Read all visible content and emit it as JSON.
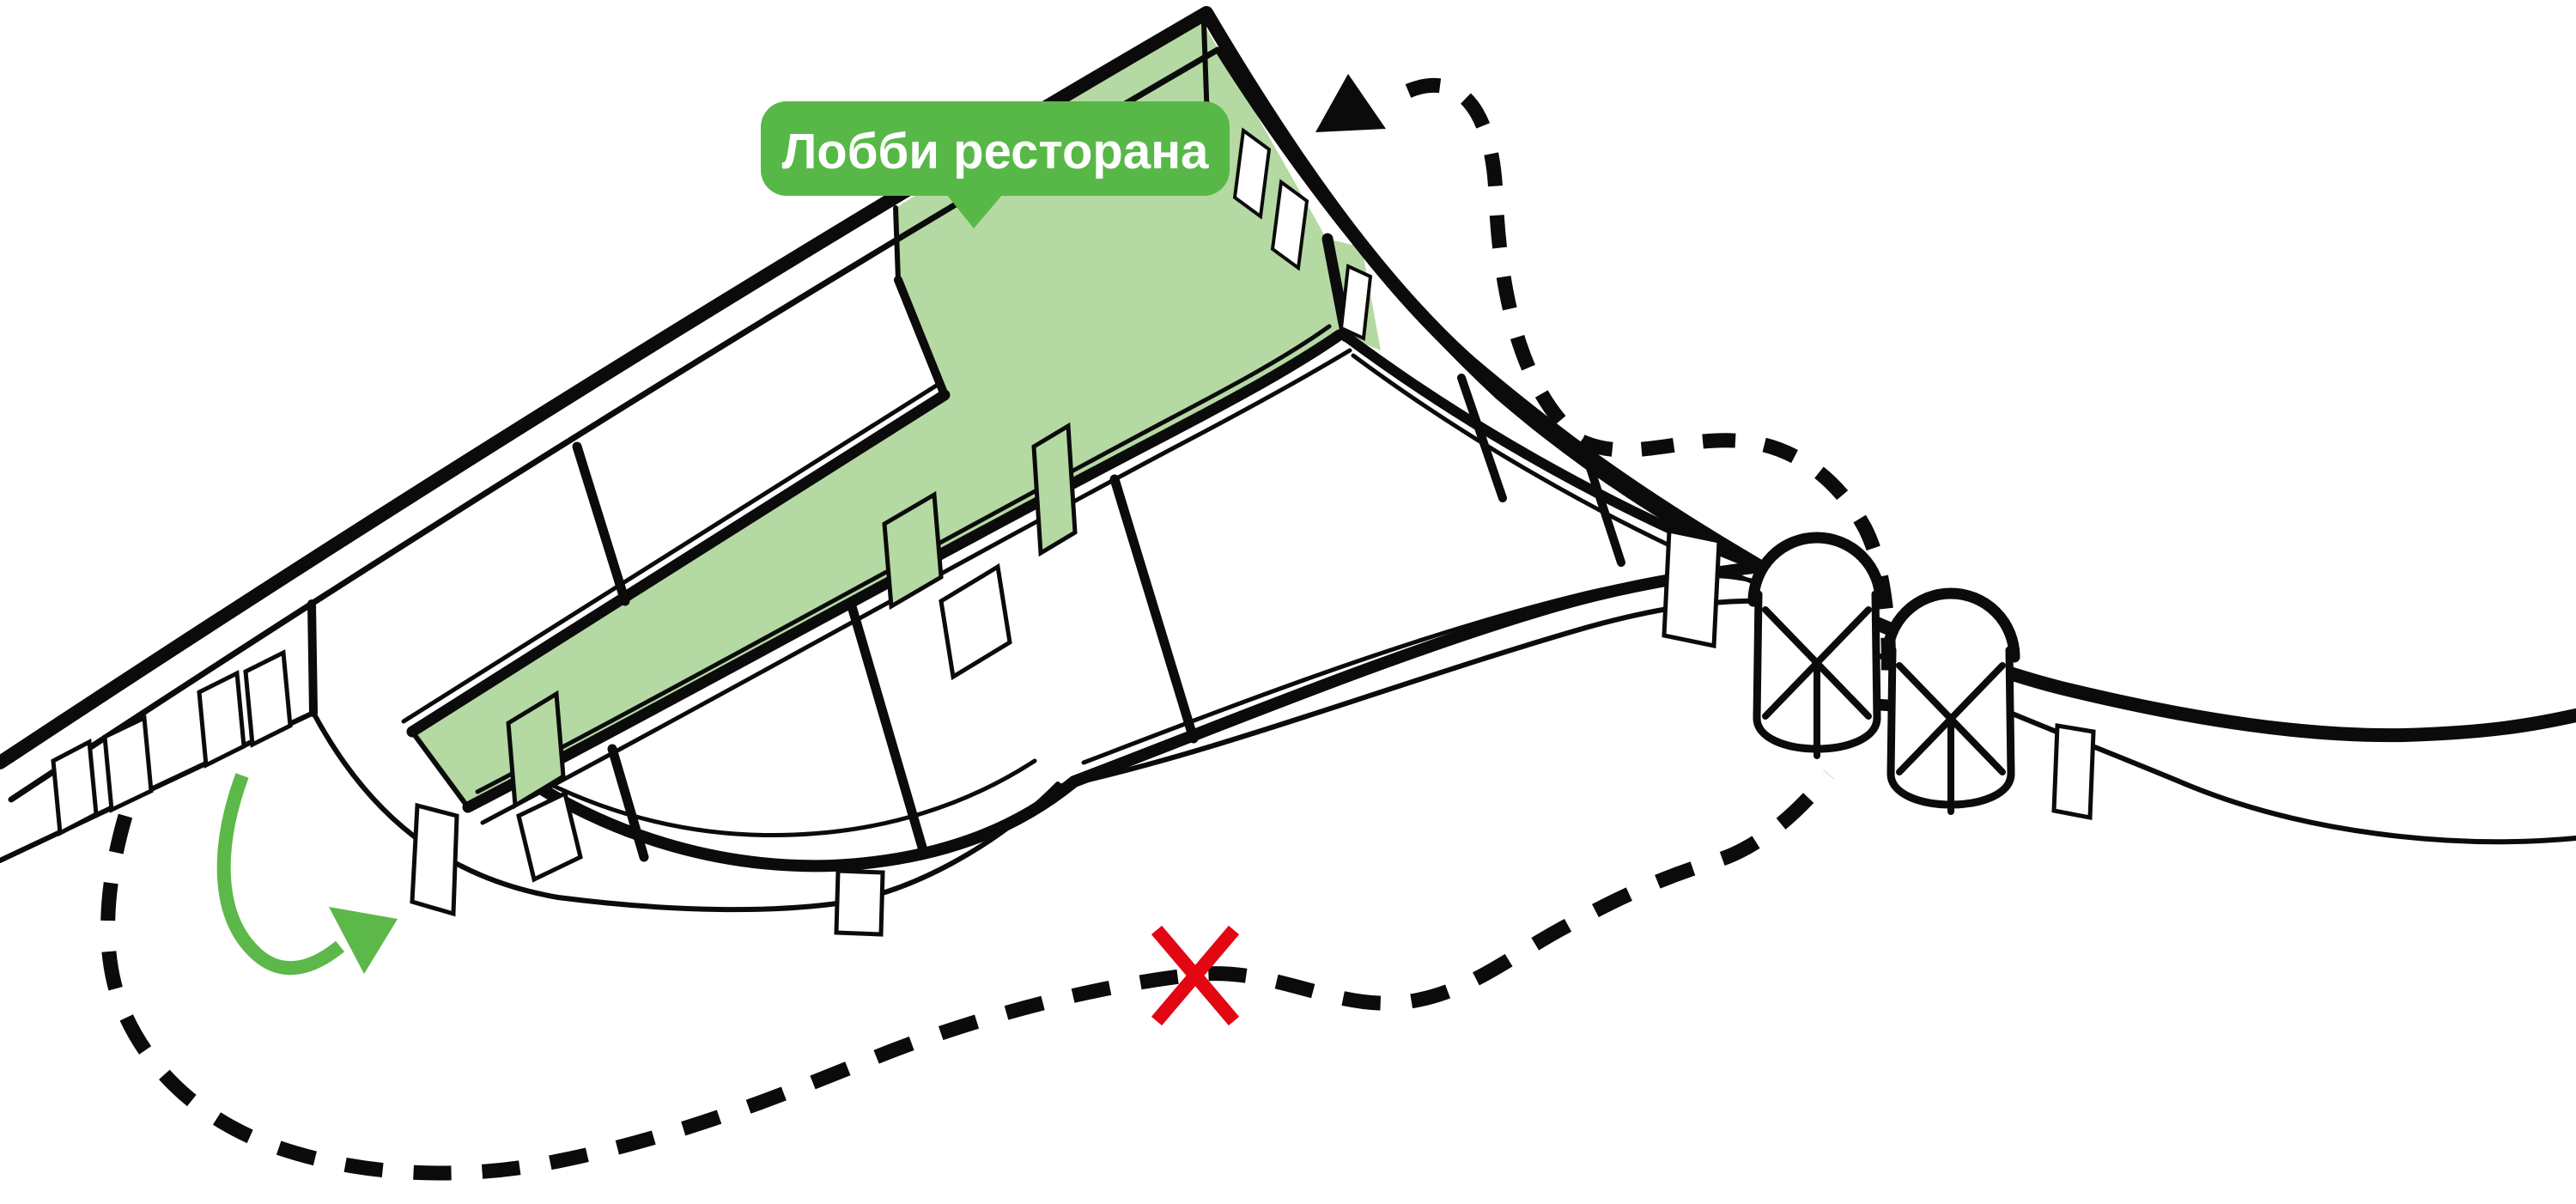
{
  "badge": {
    "label": "Лобби ресторана",
    "background_color": "#57B847",
    "text_color": "#FFFFFF"
  },
  "colors": {
    "line_black": "#0B0B0B",
    "highlight_green": "#B5D9A3",
    "arrow_green": "#5CB848",
    "cross_red": "#E30613",
    "background": "#FFFFFF"
  },
  "icons": {
    "triangle_arrowhead": "black filled triangle at the end of the upper dashed route",
    "red_cross": "red X mark crossing the lower dashed route",
    "green_curved_arrow": "green curved arrow pointing around the building prow",
    "revolving_door": "two revolving-door symbols on the right wall"
  },
  "routes": {
    "style": "black dashed lines",
    "count": 2
  }
}
